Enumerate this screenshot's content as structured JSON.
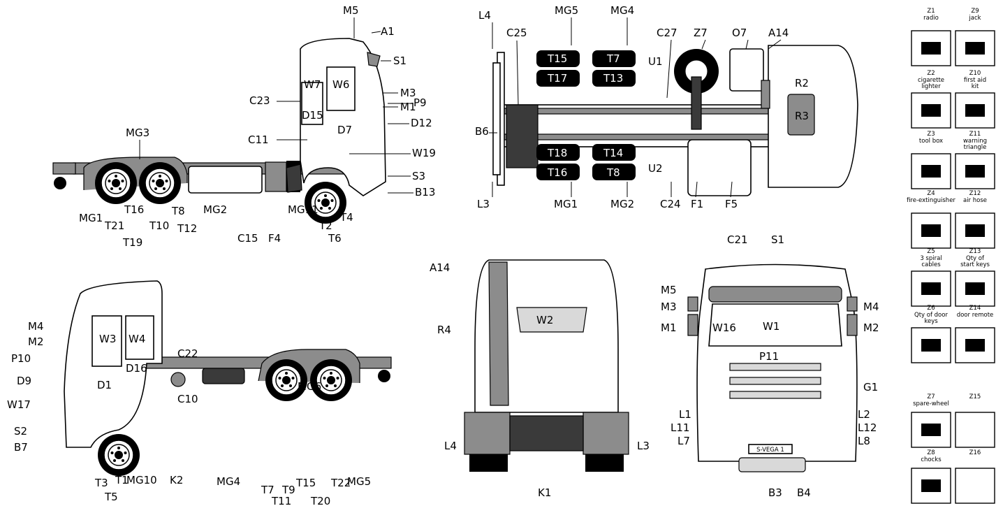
{
  "labels": {
    "M5": "M5",
    "A1": "A1",
    "S1": "S1",
    "M3": "M3",
    "M1": "M1",
    "W6": "W6",
    "W7": "W7",
    "C23": "C23",
    "P9": "P9",
    "D15": "D15",
    "D12": "D12",
    "D7": "D7",
    "C11": "C11",
    "W19": "W19",
    "MG3": "MG3",
    "S3": "S3",
    "B13": "B13",
    "MG1": "MG1",
    "T16": "T16",
    "T8": "T8",
    "MG2": "MG2",
    "MG11": "MG11",
    "T4": "T4",
    "T21": "T21",
    "T10": "T10",
    "T12": "T12",
    "T2": "T2",
    "T19": "T19",
    "C15": "C15",
    "F4": "F4",
    "T6": "T6",
    "L4": "L4",
    "MG5": "MG5",
    "MG4": "MG4",
    "C27": "C27",
    "Z7": "Z7",
    "O7": "O7",
    "A14": "A14",
    "C25": "C25",
    "T15": "T15",
    "T7": "T7",
    "T17": "T17",
    "T13": "T13",
    "U1": "U1",
    "R2": "R2",
    "R3": "R3",
    "B6": "B6",
    "T18": "T18",
    "T14": "T14",
    "T16b": "T16",
    "T8b": "T8",
    "U2": "U2",
    "L3": "L3",
    "MG1b": "MG1",
    "MG2b": "MG2",
    "C24": "C24",
    "F1": "F1",
    "F5": "F5",
    "M4": "M4",
    "M2": "M2",
    "W3": "W3",
    "W4": "W4",
    "C22": "C22",
    "P10": "P10",
    "D16": "D16",
    "D9": "D9",
    "D1": "D1",
    "C10": "C10",
    "W17": "W17",
    "MG6": "MG6",
    "S2": "S2",
    "B7": "B7",
    "T3": "T3",
    "T1": "T1",
    "MG10": "MG10",
    "K2": "K2",
    "MG4c": "MG4",
    "MG5c": "MG5",
    "T7c": "T7",
    "T9": "T9",
    "T15c": "T15",
    "T22": "T22",
    "T5": "T5",
    "T11": "T11",
    "T20": "T20",
    "A14r": "A14",
    "W2": "W2",
    "R4": "R4",
    "L4r": "L4",
    "L3r": "L3",
    "K1": "K1",
    "C21": "C21",
    "S1f": "S1",
    "M5f": "M5",
    "M3f": "M3",
    "M4f": "M4",
    "M1f": "M1",
    "M2f": "M2",
    "W16": "W16",
    "W1": "W1",
    "P11": "P11",
    "G1": "G1",
    "L1": "L1",
    "L2": "L2",
    "L11": "L11",
    "L12": "L12",
    "L7": "L7",
    "L8": "L8",
    "B3": "B3",
    "B4": "B4",
    "plate": "S-VEGA 1"
  },
  "equipment": [
    {
      "code": "Z1",
      "name": "radio"
    },
    {
      "code": "Z9",
      "name": "jack"
    },
    {
      "code": "Z2",
      "name": "cigarette lighter"
    },
    {
      "code": "Z10",
      "name": "first aid kit"
    },
    {
      "code": "Z3",
      "name": "tool box"
    },
    {
      "code": "Z11",
      "name": "warning triangle"
    },
    {
      "code": "Z4",
      "name": "fire-extinguisher"
    },
    {
      "code": "Z12",
      "name": "air hose"
    },
    {
      "code": "Z5",
      "name": "3 spiral cables"
    },
    {
      "code": "Z13",
      "name": "Qty of start keys"
    },
    {
      "code": "Z6",
      "name": "Qty of door keys"
    },
    {
      "code": "Z14",
      "name": "door remote"
    },
    {
      "code": "Z7",
      "name": "spare-wheel"
    },
    {
      "code": "Z15",
      "name": ""
    },
    {
      "code": "Z8",
      "name": "chocks"
    },
    {
      "code": "Z16",
      "name": ""
    }
  ],
  "icons": [
    "radio-icon",
    "jack-icon",
    "cigarette-lighter-icon",
    "first-aid-kit-icon",
    "tool-box-icon",
    "warning-triangle-icon",
    "fire-extinguisher-icon",
    "air-hose-icon",
    "spiral-cables-icon",
    "start-key-icon",
    "door-key-icon",
    "door-remote-icon",
    "spare-wheel-icon",
    "blank-box",
    "chocks-icon",
    "blank-box"
  ]
}
